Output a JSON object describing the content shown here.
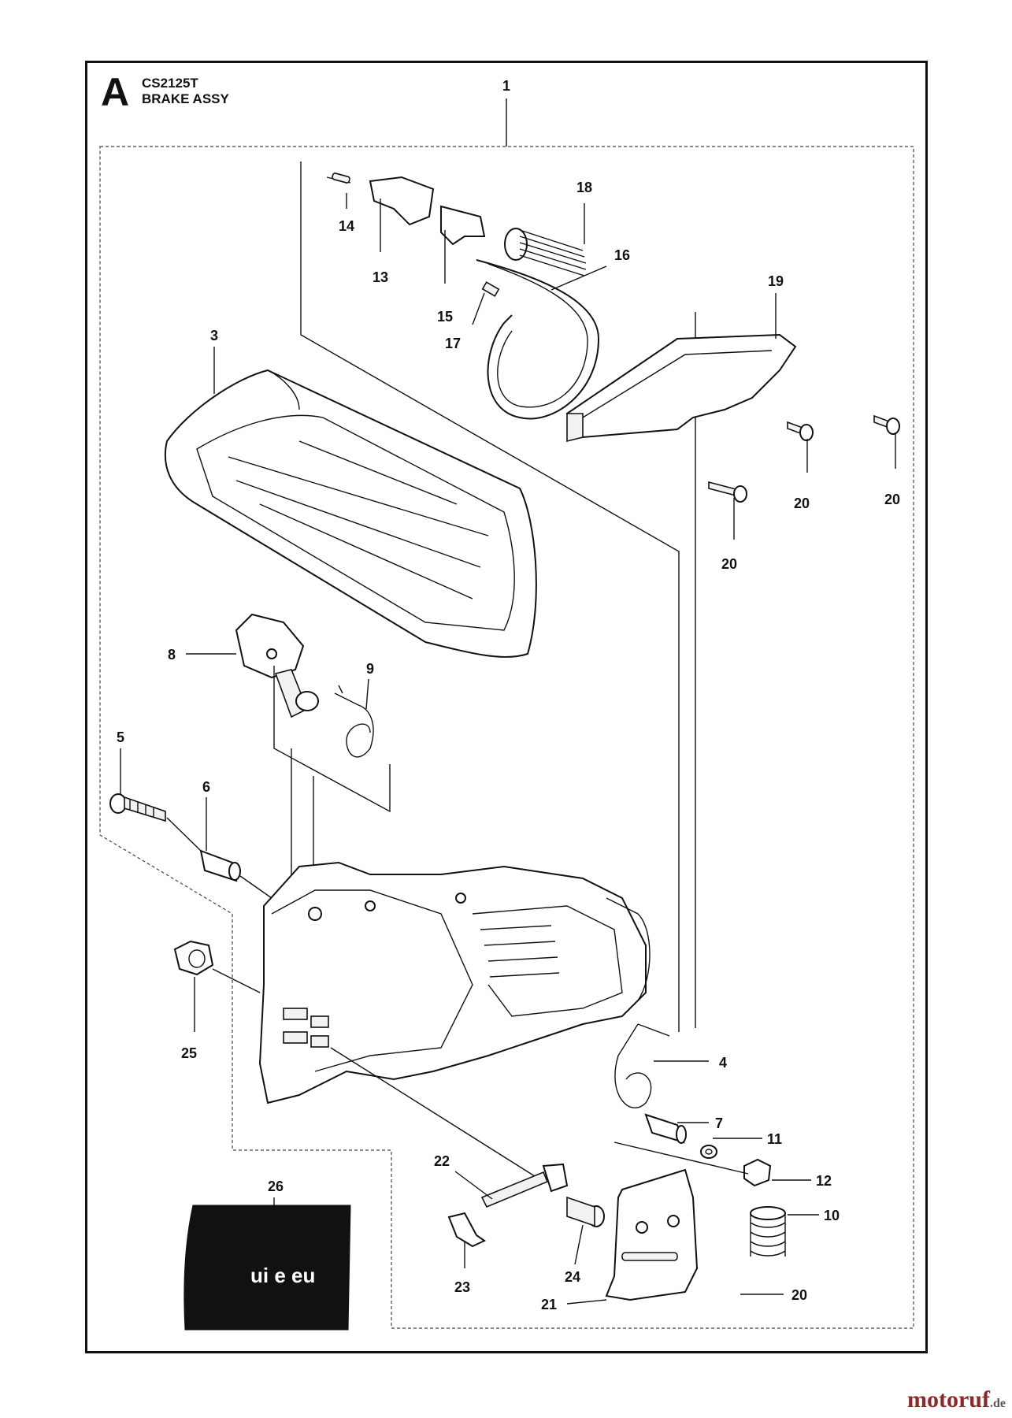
{
  "header": {
    "section_letter": "A",
    "model": "CS2125T",
    "assembly": "BRAKE ASSY"
  },
  "decal_text": "ui e eu",
  "watermark": {
    "brand": "motoruf",
    "suffix": ".de"
  },
  "callouts": [
    {
      "id": "c1",
      "text": "1"
    },
    {
      "id": "c3",
      "text": "3"
    },
    {
      "id": "c4",
      "text": "4"
    },
    {
      "id": "c5",
      "text": "5"
    },
    {
      "id": "c6",
      "text": "6"
    },
    {
      "id": "c7",
      "text": "7"
    },
    {
      "id": "c8",
      "text": "8"
    },
    {
      "id": "c9",
      "text": "9"
    },
    {
      "id": "c10",
      "text": "10"
    },
    {
      "id": "c11",
      "text": "11"
    },
    {
      "id": "c12",
      "text": "12"
    },
    {
      "id": "c13",
      "text": "13"
    },
    {
      "id": "c14",
      "text": "14"
    },
    {
      "id": "c15",
      "text": "15"
    },
    {
      "id": "c16",
      "text": "16"
    },
    {
      "id": "c17",
      "text": "17"
    },
    {
      "id": "c18",
      "text": "18"
    },
    {
      "id": "c19",
      "text": "19"
    },
    {
      "id": "c20a",
      "text": "20"
    },
    {
      "id": "c20b",
      "text": "20"
    },
    {
      "id": "c20c",
      "text": "20"
    },
    {
      "id": "c20d",
      "text": "20"
    },
    {
      "id": "c21",
      "text": "21"
    },
    {
      "id": "c22",
      "text": "22"
    },
    {
      "id": "c23",
      "text": "23"
    },
    {
      "id": "c24",
      "text": "24"
    },
    {
      "id": "c25",
      "text": "25"
    },
    {
      "id": "c26",
      "text": "26"
    }
  ]
}
